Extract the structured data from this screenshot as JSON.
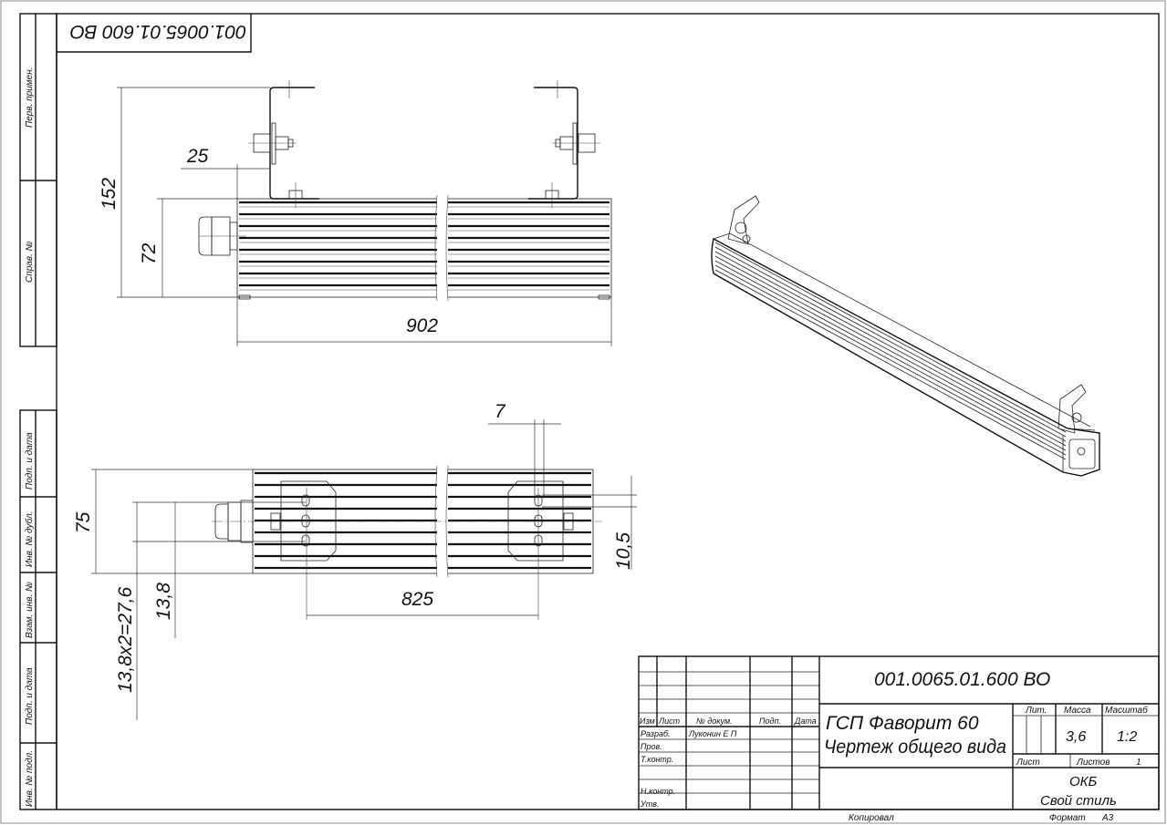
{
  "stamp_top": "001.0065.01.600 ВО",
  "side_strip": {
    "perv_primen": "Перв. примен.",
    "sprav_no": "Справ. №",
    "podp_data_1": "Подп. и дата",
    "inv_dubl": "Инв. № дубл.",
    "vzam_inv": "Взам. инв. №",
    "podp_data_2": "Подп. и дата",
    "inv_podl": "Инв. № подл."
  },
  "dimensions": {
    "top_view": {
      "total_height": "152",
      "body_height": "72",
      "length": "902",
      "bracket_offset": "25"
    },
    "bottom_view": {
      "width": "75",
      "hole_span": "13,8х2=27,6",
      "hole_pitch": "13,8",
      "mount_distance": "825",
      "slot_width": "7",
      "slot_length": "10,5"
    }
  },
  "title_block": {
    "designation": "001.0065.01.600 ВО",
    "name_line1": "ГСП Фаворит 60",
    "name_line2": "Чертеж общего вида",
    "headers": {
      "izm": "Изм",
      "list": "Лист",
      "doc_no": "№ докум.",
      "podp": "Подп.",
      "data": "Дата"
    },
    "roles": {
      "razrab": "Разраб.",
      "prov": "Пров.",
      "tkontr": "Т.контр.",
      "nkontr": "Н.контр.",
      "utv": "Утв."
    },
    "developer": "Луконин Е П",
    "lit_label": "Лит.",
    "mass_label": "Масса",
    "scale_label": "Масштаб",
    "mass": "3,6",
    "scale": "1:2",
    "sheet_label": "Лист",
    "sheets_label": "Листов",
    "sheets": "1",
    "org_line1": "ОКБ",
    "org_line2": "Свой стиль",
    "copied": "Копировал",
    "format_label": "Формат",
    "format": "А3"
  }
}
